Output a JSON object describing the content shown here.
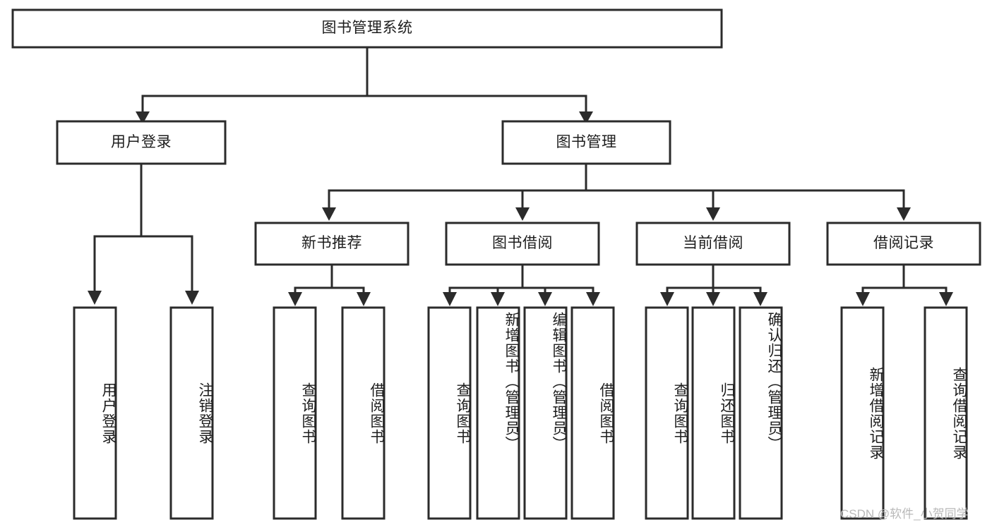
{
  "diagram": {
    "type": "tree-hierarchy",
    "title": "图书管理系统",
    "watermark": "CSDN @软件_小贺同学",
    "colors": {
      "stroke": "#2b2b2b",
      "fill": "#ffffff",
      "text": "#1d1d1d",
      "watermark": "#b9b9b9"
    },
    "nodes": {
      "root": {
        "label": "图书管理系统",
        "level": 0,
        "orientation": "horizontal"
      },
      "user_login": {
        "label": "用户登录",
        "level": 1,
        "orientation": "horizontal"
      },
      "book_manage": {
        "label": "图书管理",
        "level": 1,
        "orientation": "horizontal"
      },
      "new_book_rec": {
        "label": "新书推荐",
        "level": 2,
        "orientation": "horizontal"
      },
      "book_borrow": {
        "label": "图书借阅",
        "level": 2,
        "orientation": "horizontal"
      },
      "current_borrow": {
        "label": "当前借阅",
        "level": 2,
        "orientation": "horizontal"
      },
      "borrow_record": {
        "label": "借阅记录",
        "level": 2,
        "orientation": "horizontal"
      },
      "leaf_user_login": {
        "label": "用户登录",
        "level": 2,
        "orientation": "vertical",
        "parent": "user_login"
      },
      "leaf_logout": {
        "label": "注销登录",
        "level": 2,
        "orientation": "vertical",
        "parent": "user_login"
      },
      "leaf_query_books_1": {
        "label": "查询图书",
        "level": 3,
        "orientation": "vertical",
        "parent": "new_book_rec"
      },
      "leaf_borrow_books_1": {
        "label": "借阅图书",
        "level": 3,
        "orientation": "vertical",
        "parent": "new_book_rec"
      },
      "leaf_query_books_2": {
        "label": "查询图书",
        "level": 3,
        "orientation": "vertical",
        "parent": "book_borrow"
      },
      "leaf_add_book": {
        "label": "新增图书（管理员）",
        "level": 3,
        "orientation": "vertical",
        "parent": "book_borrow"
      },
      "leaf_edit_book": {
        "label": "编辑图书（管理员）",
        "level": 3,
        "orientation": "vertical",
        "parent": "book_borrow"
      },
      "leaf_borrow_books_2": {
        "label": "借阅图书",
        "level": 3,
        "orientation": "vertical",
        "parent": "book_borrow"
      },
      "leaf_query_books_3": {
        "label": "查询图书",
        "level": 3,
        "orientation": "vertical",
        "parent": "current_borrow"
      },
      "leaf_return_book": {
        "label": "归还图书",
        "level": 3,
        "orientation": "vertical",
        "parent": "current_borrow"
      },
      "leaf_confirm_return": {
        "label": "确认归还（管理员）",
        "level": 3,
        "orientation": "vertical",
        "parent": "current_borrow"
      },
      "leaf_add_record": {
        "label": "新增借阅记录",
        "level": 3,
        "orientation": "vertical",
        "parent": "borrow_record"
      },
      "leaf_query_record": {
        "label": "查询借阅记录",
        "level": 3,
        "orientation": "vertical",
        "parent": "borrow_record"
      }
    },
    "edges": [
      {
        "from": "root",
        "to": "user_login"
      },
      {
        "from": "root",
        "to": "book_manage"
      },
      {
        "from": "user_login",
        "to": "leaf_user_login"
      },
      {
        "from": "user_login",
        "to": "leaf_logout"
      },
      {
        "from": "book_manage",
        "to": "new_book_rec"
      },
      {
        "from": "book_manage",
        "to": "book_borrow"
      },
      {
        "from": "book_manage",
        "to": "current_borrow"
      },
      {
        "from": "book_manage",
        "to": "borrow_record"
      },
      {
        "from": "new_book_rec",
        "to": "leaf_query_books_1"
      },
      {
        "from": "new_book_rec",
        "to": "leaf_borrow_books_1"
      },
      {
        "from": "book_borrow",
        "to": "leaf_query_books_2"
      },
      {
        "from": "book_borrow",
        "to": "leaf_add_book"
      },
      {
        "from": "book_borrow",
        "to": "leaf_edit_book"
      },
      {
        "from": "book_borrow",
        "to": "leaf_borrow_books_2"
      },
      {
        "from": "current_borrow",
        "to": "leaf_query_books_3"
      },
      {
        "from": "current_borrow",
        "to": "leaf_return_book"
      },
      {
        "from": "current_borrow",
        "to": "leaf_confirm_return"
      },
      {
        "from": "borrow_record",
        "to": "leaf_add_record"
      },
      {
        "from": "borrow_record",
        "to": "leaf_query_record"
      }
    ]
  }
}
